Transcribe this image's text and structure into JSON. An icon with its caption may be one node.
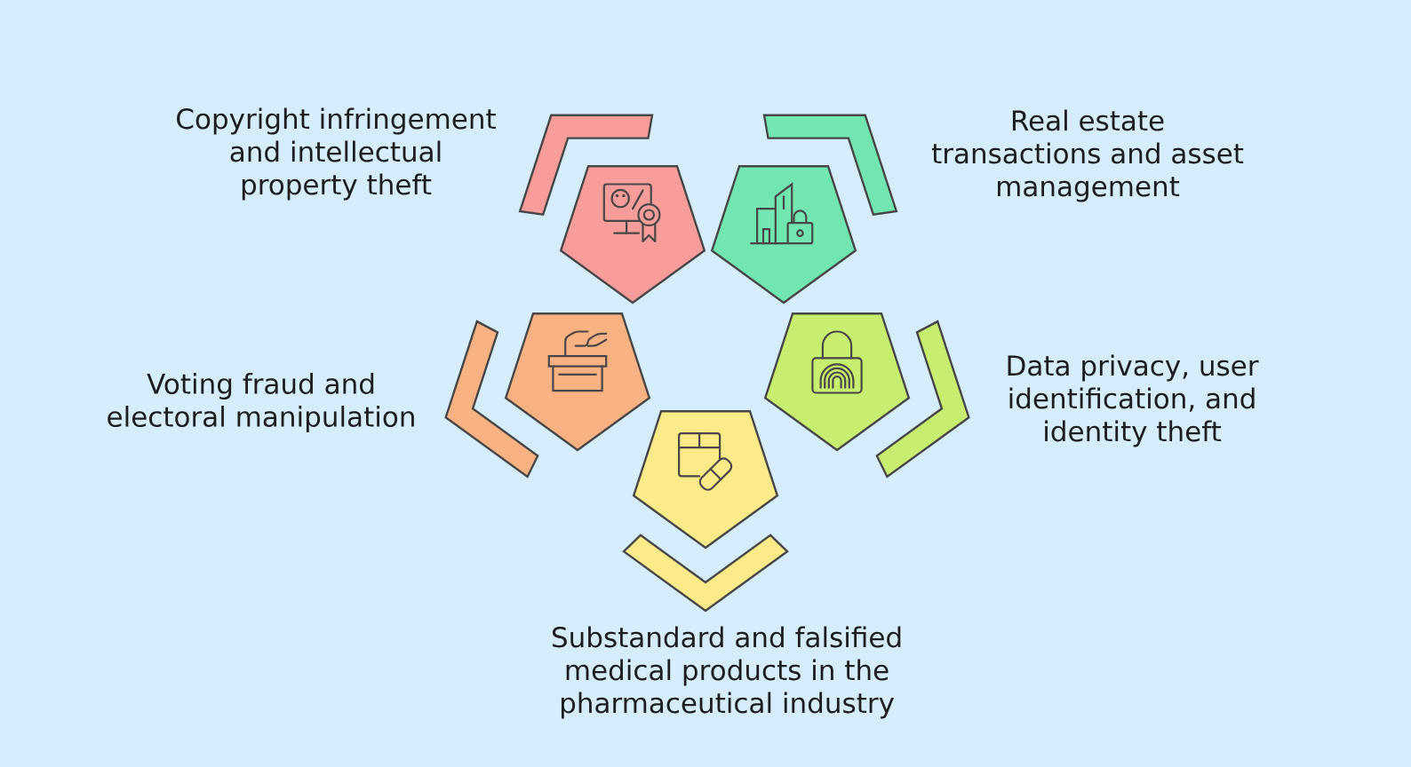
{
  "diagram": {
    "nodes": [
      {
        "text": [],
        "shape": "pentagon",
        "beside": [
          "Copyright infringement and intellectual property theft"
        ]
      },
      {
        "text": [],
        "shape": "pentagon",
        "beside": [
          "Real estate transactions and asset management"
        ]
      },
      {
        "text": [],
        "shape": "pentagon",
        "beside": [
          "Voting fraud and electoral manipulation"
        ]
      },
      {
        "text": [],
        "shape": "pentagon",
        "beside": [
          "Data privacy, user identification, and identity theft"
        ]
      },
      {
        "text": [],
        "shape": "pentagon",
        "beside": [
          "Substandard and falsified medical products in the pharmaceutical industry"
        ]
      }
    ]
  }
}
